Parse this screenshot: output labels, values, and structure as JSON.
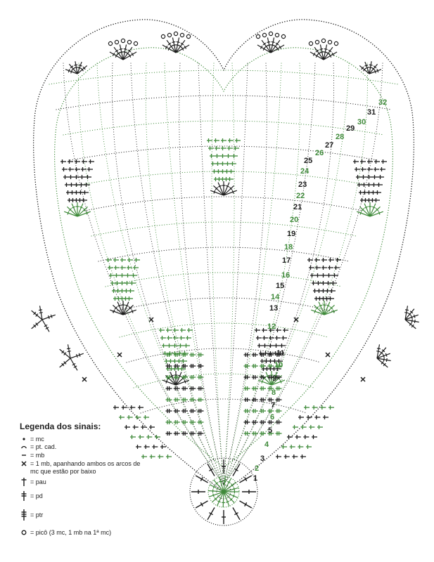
{
  "colors": {
    "ink": "#1c1c1c",
    "green": "#3f8a3a",
    "background": "#ffffff"
  },
  "round_numbers": [
    "1",
    "2",
    "3",
    "4",
    "5",
    "6",
    "7",
    "8",
    "9",
    "10",
    "11",
    "12",
    "13",
    "14",
    "15",
    "16",
    "17",
    "18",
    "19",
    "20",
    "21",
    "22",
    "23",
    "24",
    "25",
    "26",
    "27",
    "28",
    "29",
    "30",
    "31",
    "32"
  ],
  "legend": {
    "title": "Legenda dos sinais:",
    "items": [
      {
        "icon": "dot-icon",
        "label": "= mc"
      },
      {
        "icon": "arc-icon",
        "label": "= pt. cad."
      },
      {
        "icon": "dash-icon",
        "label": "= mb"
      },
      {
        "icon": "cross-icon",
        "label": "= 1 mb, apanhando ambos os arcos de",
        "label2": "mc que estão por baixo"
      },
      {
        "icon": "pau-icon",
        "label": "= pau"
      },
      {
        "icon": "pd-icon",
        "label": "= pd"
      },
      {
        "icon": "ptr-icon",
        "label": "= ptr"
      },
      {
        "icon": "picot-icon",
        "label": "= picô (3 mc, 1 mb na 1ª mc)"
      }
    ]
  }
}
